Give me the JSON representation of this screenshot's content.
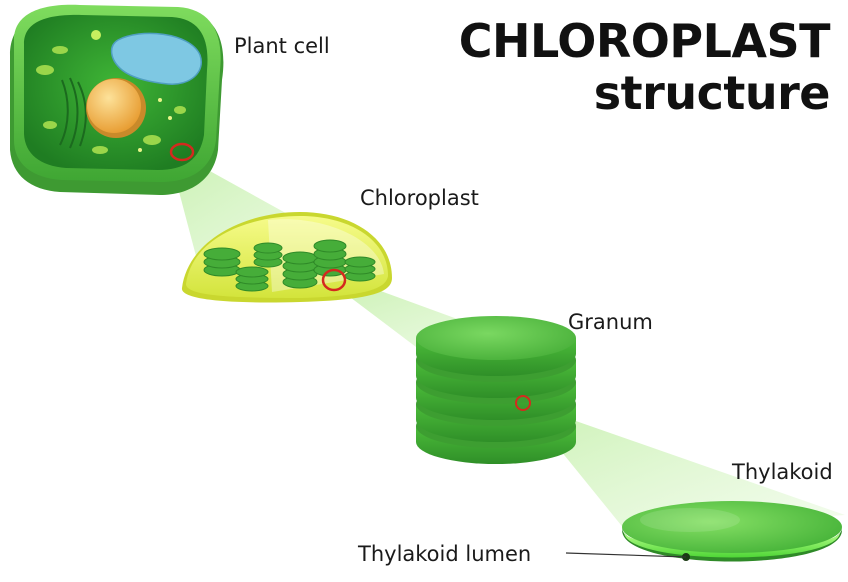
{
  "title": {
    "line1": "CHLOROPLAST",
    "line2": "structure"
  },
  "labels": {
    "plant_cell": "Plant cell",
    "chloroplast": "Chloroplast",
    "granum": "Granum",
    "thylakoid": "Thylakoid",
    "thylakoid_lumen": "Thylakoid lumen"
  },
  "colors": {
    "cell_wall": "#5cc744",
    "cytoplasm": "#2f9a2a",
    "vacuole": "#7ec8e3",
    "nucleus": "#f4b04a",
    "chloroplast_membrane": "#e4ef4a",
    "granum": "#49b23a",
    "thylakoid": "#4fbf3c",
    "lumen": "#7ff05a",
    "highlight_circle": "#d42a1e",
    "zoom_beam": "#c9f2b4"
  }
}
